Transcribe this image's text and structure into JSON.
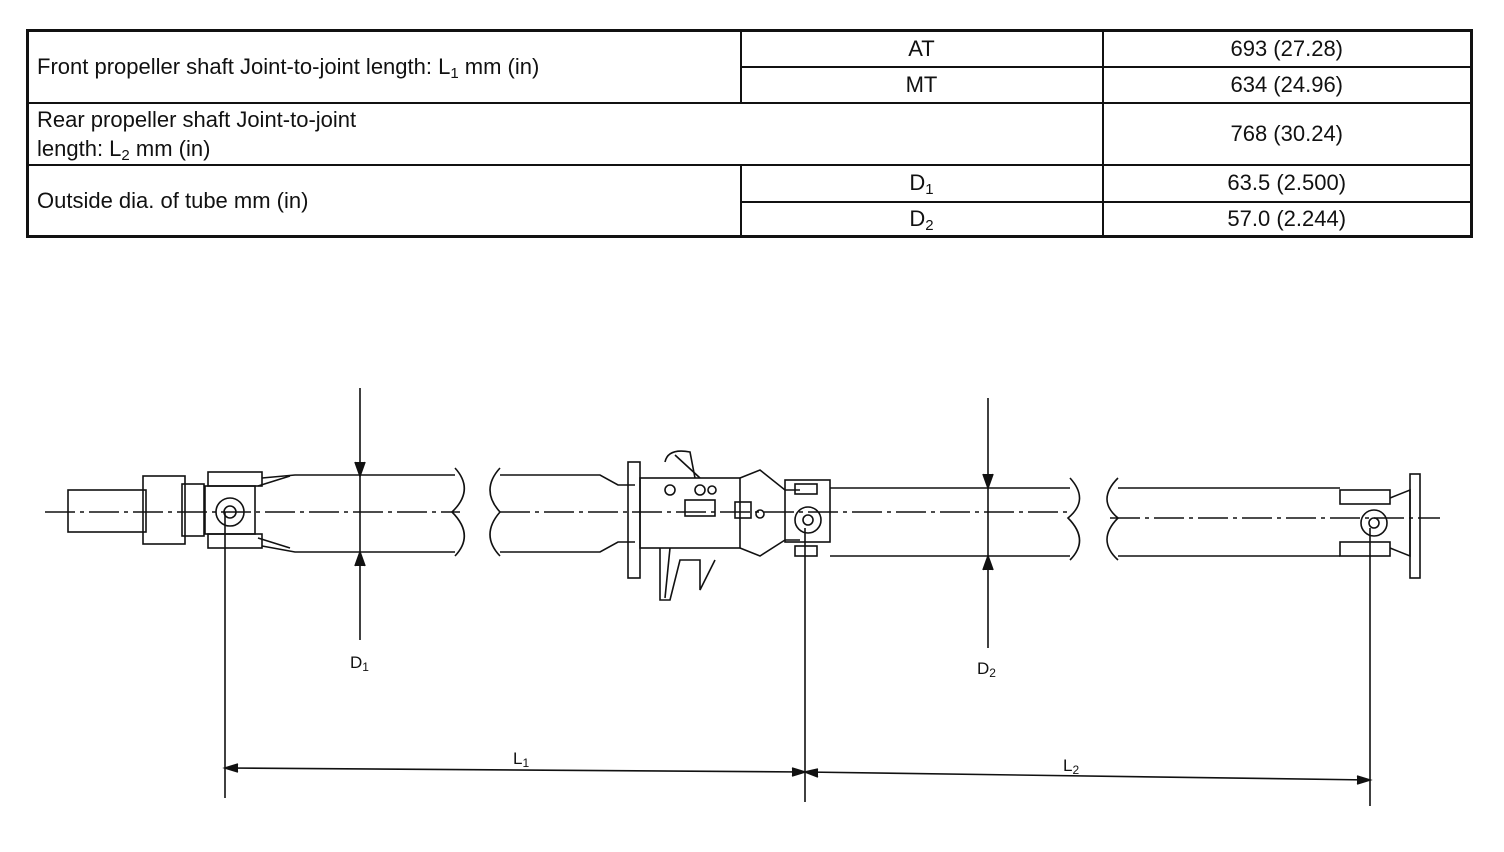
{
  "table": {
    "row1": {
      "label": "Front propeller shaft Joint-to-joint length:   L",
      "label_sub": "1",
      "label_unit": " mm (in)",
      "at_label": "AT",
      "at_value": "693 (27.28)",
      "mt_label": "MT",
      "mt_value": "634 (24.96)"
    },
    "row2": {
      "label_line1": "Rear propeller shaft Joint-to-joint",
      "label_line2": "length:   L",
      "label_sub": "2",
      "label_unit": " mm (in)",
      "value": "768 (30.24)"
    },
    "row3": {
      "label": "Outside dia. of tube   mm (in)",
      "d1_label": "D",
      "d1_sub": "1",
      "d1_value": "63.5 (2.500)",
      "d2_label": "D",
      "d2_sub": "2",
      "d2_value": "57.0 (2.244)"
    }
  },
  "drawing": {
    "d1": "D",
    "d1_sub": "1",
    "d2": "D",
    "d2_sub": "2",
    "l1": "L",
    "l1_sub": "1",
    "l2": "L",
    "l2_sub": "2"
  }
}
